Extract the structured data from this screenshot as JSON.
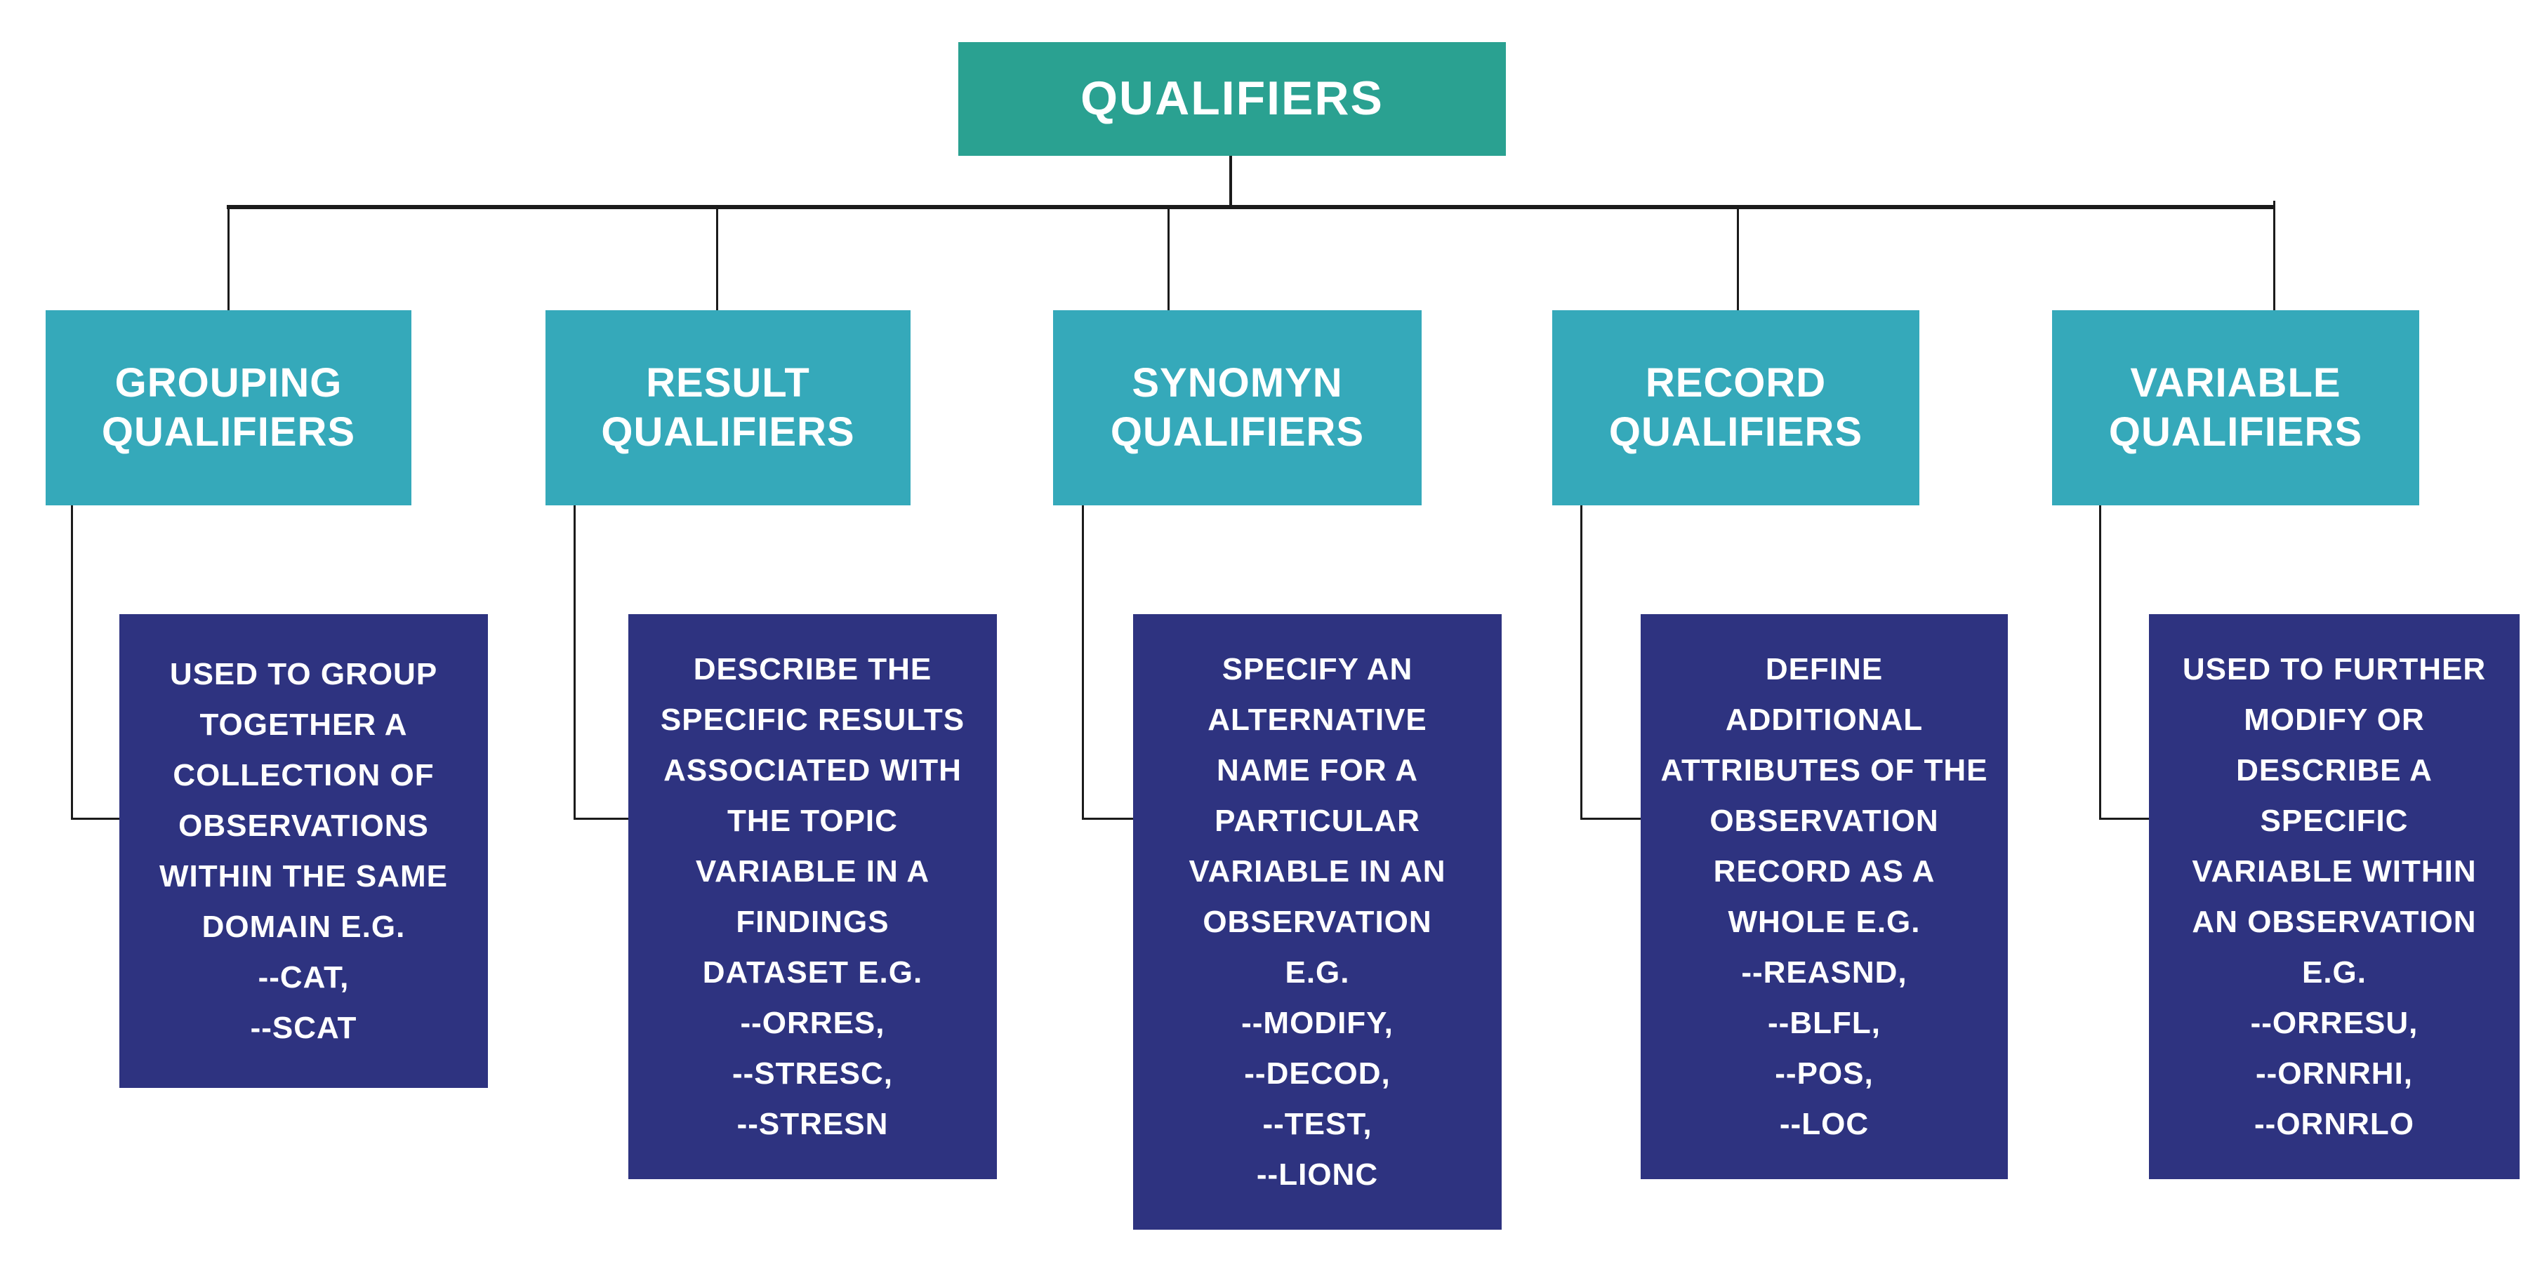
{
  "root": {
    "label": "QUALIFIERS"
  },
  "branches": [
    {
      "title": "GROUPING\nQUALIFIERS",
      "description": "USED TO GROUP\nTOGETHER A\nCOLLECTION OF\nOBSERVATIONS\nWITHIN THE SAME\nDOMAIN E.G.\n--CAT,\n--SCAT"
    },
    {
      "title": "RESULT\nQUALIFIERS",
      "description": "DESCRIBE THE\nSPECIFIC RESULTS\nASSOCIATED WITH\nTHE TOPIC\nVARIABLE IN A\nFINDINGS\nDATASET E.G.\n--ORRES,\n--STRESC,\n--STRESN"
    },
    {
      "title": "SYNOMYN\nQUALIFIERS",
      "description": "SPECIFY AN\nALTERNATIVE\nNAME FOR A\nPARTICULAR\nVARIABLE IN AN\nOBSERVATION\nE.G.\n--MODIFY,\n--DECOD,\n--TEST,\n--LIONC"
    },
    {
      "title": "RECORD\nQUALIFIERS",
      "description": "DEFINE\nADDITIONAL\nATTRIBUTES OF THE\nOBSERVATION\nRECORD AS A\nWHOLE E.G.\n--REASND,\n--BLFL,\n--POS,\n--LOC"
    },
    {
      "title": "VARIABLE\nQUALIFIERS",
      "description": "USED TO FURTHER\nMODIFY OR\nDESCRIBE A\nSPECIFIC\nVARIABLE WITHIN\nAN OBSERVATION\nE.G.\n--ORRESU,\n--ORNRHI,\n--ORNRLO"
    }
  ],
  "colors": {
    "root_box": "#2aa191",
    "branch_box": "#35a9ba",
    "description_box": "#2e3380",
    "connector": "#1b1b1b",
    "text": "#ffffff",
    "background": "#ffffff"
  }
}
